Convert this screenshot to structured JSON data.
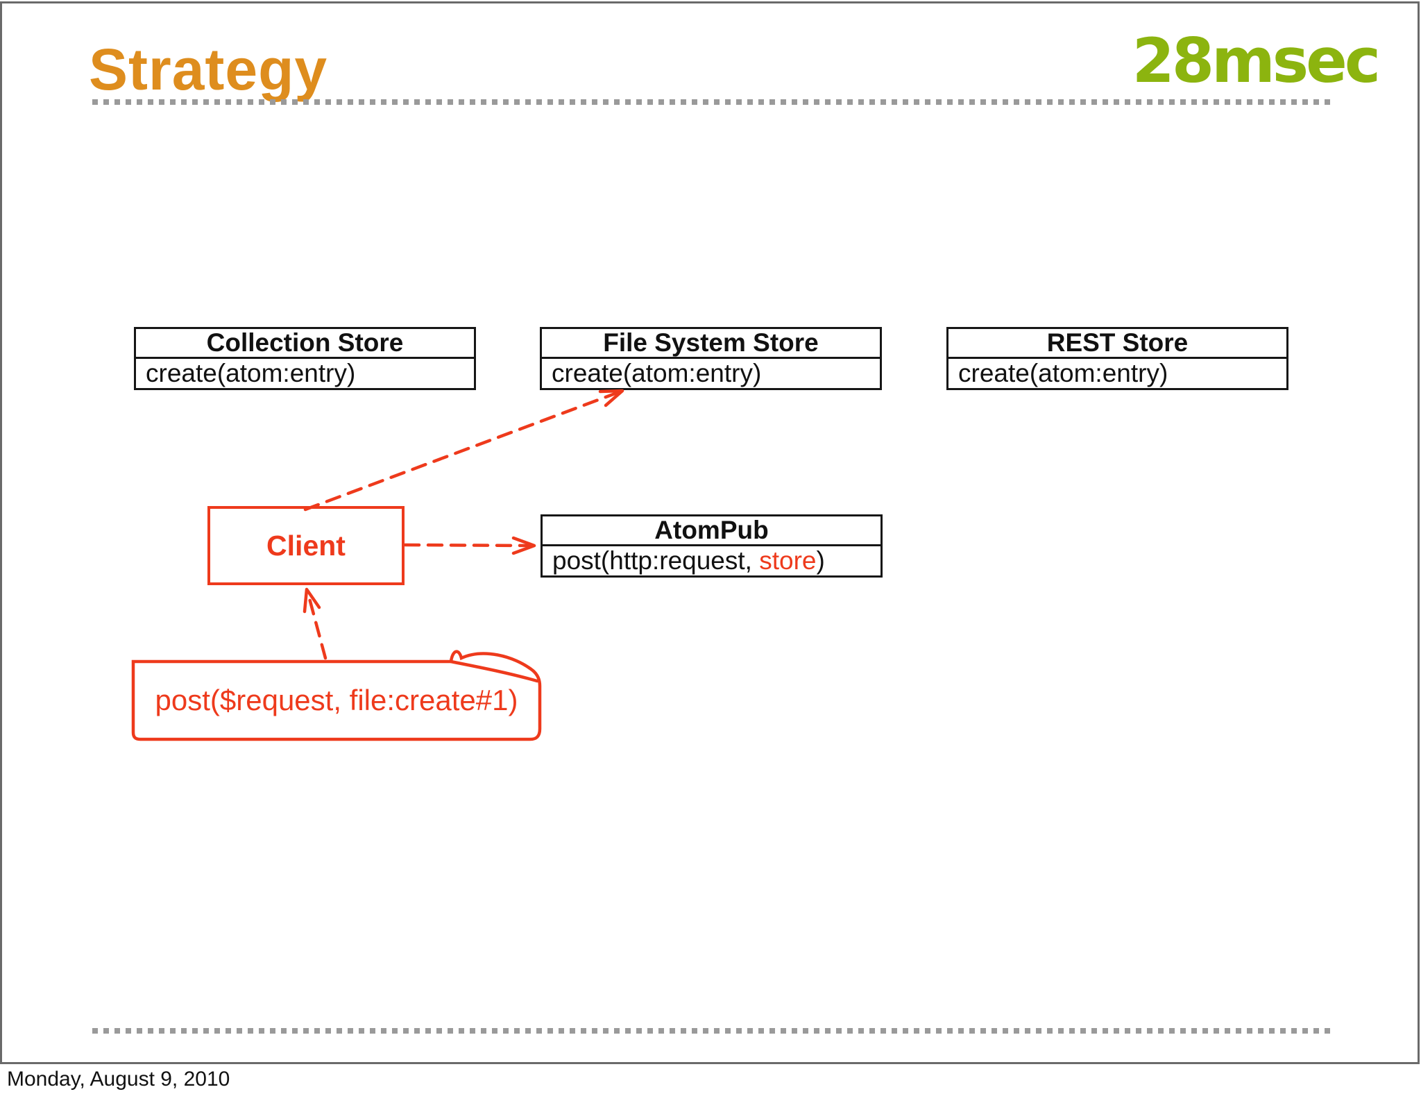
{
  "slide": {
    "title": "Strategy",
    "logo_text": "28msec",
    "footer_date": "Monday, August 9, 2010"
  },
  "diagram": {
    "collection_store": {
      "title": "Collection Store",
      "method": "create(atom:entry)"
    },
    "file_system_store": {
      "title": "File System Store",
      "method": "create(atom:entry)"
    },
    "rest_store": {
      "title": "REST Store",
      "method": "create(atom:entry)"
    },
    "atompub": {
      "title": "AtomPub",
      "method_prefix": "post(http:request, ",
      "method_highlight": "store",
      "method_suffix": ")"
    },
    "client": {
      "label": "Client"
    },
    "note": {
      "text": "post($request, file:create#1)"
    },
    "connectors": [
      "client-to-file-system-store",
      "client-to-atompub",
      "note-to-client"
    ]
  },
  "colors": {
    "accent_red": "#ee3a1c",
    "title_orange": "#de8d1e",
    "logo_green": "#8cb40f",
    "box_border_black": "#161616",
    "dotted_gray": "#9a9a9a",
    "frame_gray": "#6a6a6a"
  }
}
